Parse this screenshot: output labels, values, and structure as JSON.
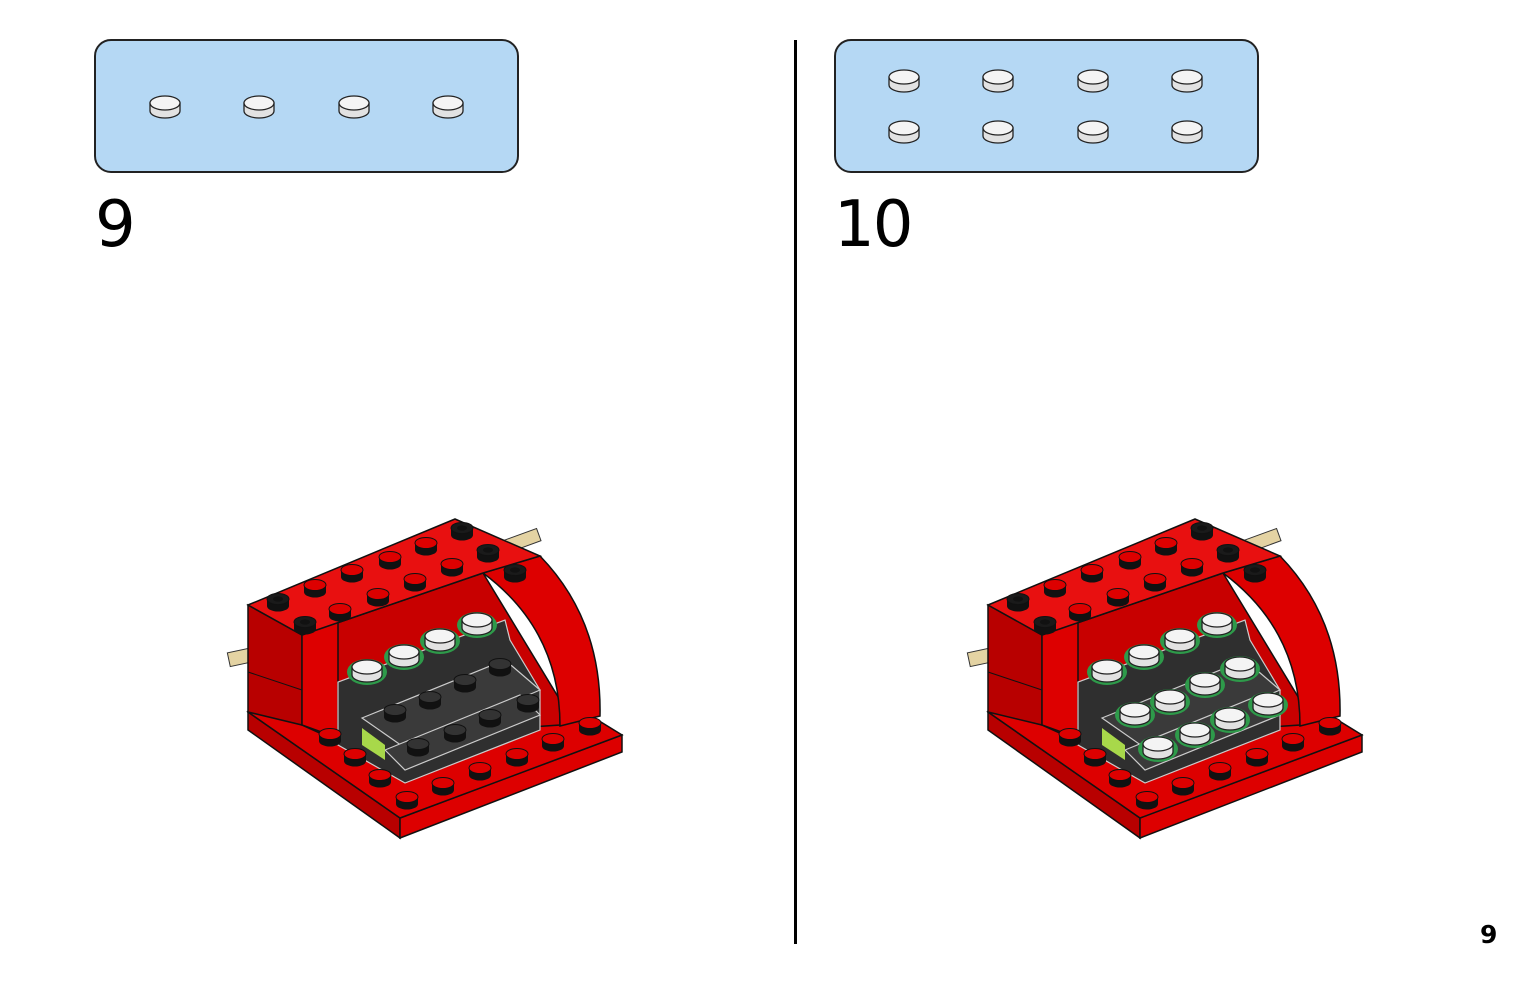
{
  "page": {
    "number": "9"
  },
  "steps": [
    {
      "number": "9",
      "parts": [
        {
          "part": "white-round-tile-1x1",
          "qty": 4
        }
      ],
      "model": "red-base-with-black-steps-first-row-white-tiles"
    },
    {
      "number": "10",
      "parts": [
        {
          "part": "white-round-tile-1x1",
          "qty": 8
        }
      ],
      "model": "red-base-with-black-steps-all-rows-white-tiles"
    }
  ],
  "colors": {
    "parts_box": "#b5d8f4",
    "brick_red": "#dd0000",
    "brick_dark": "#333333",
    "tile_white": "#f4f4f4",
    "tile_outline": "#2e9a4a",
    "axle_tan": "#e4d3a3"
  }
}
